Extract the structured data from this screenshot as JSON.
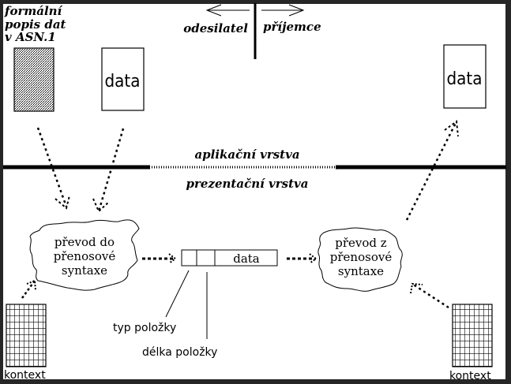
{
  "title_block": {
    "line1": "formální",
    "line2": "popis dat",
    "line3": "v ASN.1"
  },
  "direction": {
    "sender": "odesilatel",
    "receiver": "příjemce"
  },
  "layers": {
    "application": "aplikační vrstva",
    "presentation": "prezentační vrstva"
  },
  "boxes": {
    "sender_data": "data",
    "receiver_data": "data"
  },
  "clouds": {
    "encode": [
      "převod do",
      "přenosové",
      "syntaxe"
    ],
    "decode": [
      "převod z",
      "přenosové",
      "syntaxe"
    ]
  },
  "pdu": {
    "data_label": "data",
    "type_label": "typ položky",
    "length_label": "délka položky"
  },
  "context": {
    "left_label": "kontext",
    "right_label": "kontext"
  },
  "colors": {
    "frame": "#262626",
    "paper": "#ffffff",
    "ink": "#000000"
  }
}
